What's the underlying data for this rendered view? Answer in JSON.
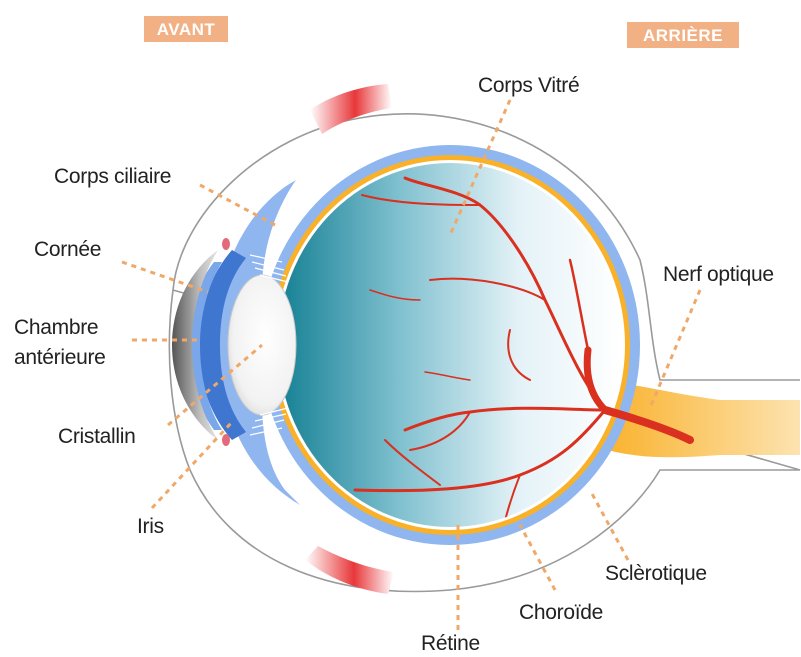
{
  "badges": {
    "front": "AVANT",
    "back": "ARRIÈRE",
    "color": "#f2b184"
  },
  "labels": {
    "corps_vitre": "Corps Vitré",
    "corps_ciliaire": "Corps ciliaire",
    "cornee": "Cornée",
    "chambre_line1": "Chambre",
    "chambre_line2": "antérieure",
    "cristallin": "Cristallin",
    "iris": "Iris",
    "nerf_optique": "Nerf optique",
    "sclerotique": "Sclèrotique",
    "choroide": "Choroïde",
    "retine": "Rétine"
  },
  "colors": {
    "sclera_layer": "#8fb6ef",
    "choroid_layer": "#f9b12a",
    "vitreous_dark": "#1f8a9c",
    "blood_vessels": "#d9301f",
    "leader_lines": "#f0a868",
    "muscle": "#e23a3a"
  }
}
